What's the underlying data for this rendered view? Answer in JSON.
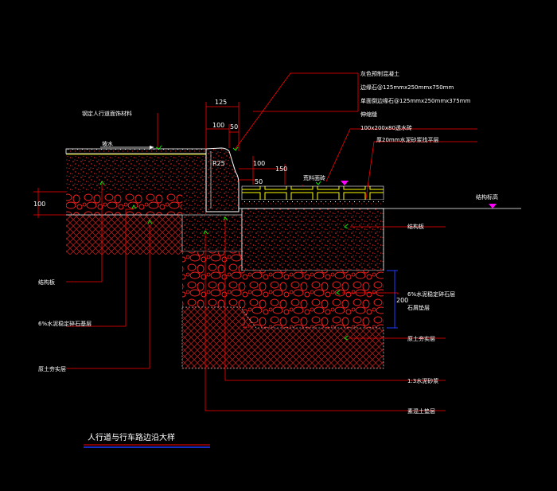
{
  "title": "人行道与行车路边沿大样",
  "labels": {
    "sidewalk_material": "钢定人行道面饰材料",
    "slope": "坡水",
    "base_slab": "结构板",
    "gravel_base": "6%水泥稳定碎石基层",
    "compacted_soil_left": "原土夯实层",
    "curb_title": "灰色预制混凝土",
    "curb_size": "边缘石@125mmx250mmx750mm",
    "curb_joint": "单面倒边缘石@125mmx250mmx375mm",
    "joint": "伸缩缝",
    "grate": "100x200x80透水砖",
    "mortar": "厚20mm水泥砂浆找平层",
    "paving": "荒料面砖",
    "finish_level": "结构标高",
    "structure_slab": "结构板",
    "gravel_base_right": "6%水泥稳定碎石层",
    "gravel_base_right_2": "石屑垫层",
    "compacted_soil_right": "原土夯实层",
    "cement_mortar": "1:3水泥砂浆",
    "plain_soil": "素混土垫层"
  },
  "dimensions": {
    "d125": "125",
    "d100": "100",
    "d50": "50",
    "r25": "R25",
    "d100b": "100",
    "d150": "150",
    "d100c": "100",
    "d200": "200"
  },
  "colors": {
    "background": "#000000",
    "leader": "#ff0000",
    "concrete_dots": "#ff2020",
    "hatch": "#b01818",
    "dim_line": "#ff0000",
    "dim_blue": "#1e3cff",
    "grate_stroke": "#ffff00",
    "marker": "#ff00ff",
    "outline": "#ffffff",
    "green_arrow": "#00ff00"
  }
}
